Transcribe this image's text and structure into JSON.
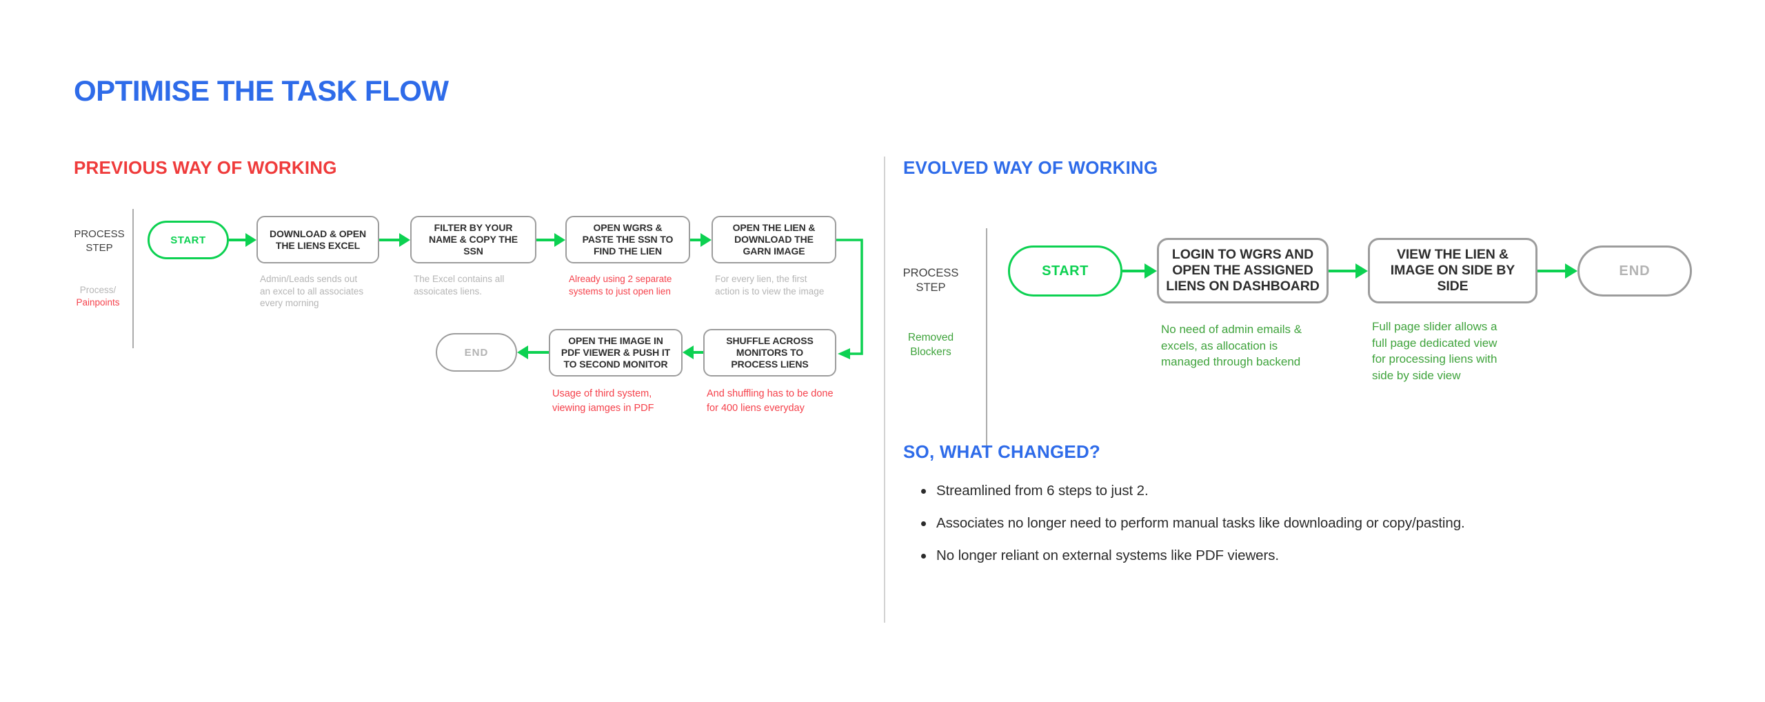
{
  "title": "OPTIMISE THE TASK FLOW",
  "colors": {
    "accent_blue": "#2e6be9",
    "heading_red": "#ef3b3b",
    "painpoint_red": "#f5414b",
    "flow_green": "#0cd151",
    "benefit_green": "#3fa33c",
    "box_border_gray": "#9c9c9c",
    "muted_gray": "#b5b5b5"
  },
  "previous": {
    "heading": "PREVIOUS WAY OF WORKING",
    "row_label": "PROCESS\nSTEP",
    "caption_label_line1": "Process/",
    "caption_label_line2": "Painpoints",
    "start": "START",
    "end": "END",
    "steps": [
      {
        "label": "DOWNLOAD & OPEN\nTHE LIENS EXCEL",
        "caption": "Admin/Leads sends out\nan excel to all associates\nevery morning",
        "caption_type": "process"
      },
      {
        "label": "FILTER BY YOUR\nNAME & COPY THE\nSSN",
        "caption": "The Excel contains all\nassoicates liens.",
        "caption_type": "process"
      },
      {
        "label": "OPEN WGRS &\nPASTE THE SSN TO\nFIND THE LIEN",
        "caption": "Already using 2 separate\nsystems to just open lien",
        "caption_type": "painpoint"
      },
      {
        "label": "OPEN THE LIEN &\nDOWNLOAD THE\nGARN IMAGE",
        "caption": "For every lien, the first\naction is to view the image",
        "caption_type": "process"
      },
      {
        "label": "SHUFFLE ACROSS\nMONITORS TO\nPROCESS LIENS",
        "caption": "And shuffling has to be done\nfor 400 liens everyday",
        "caption_type": "painpoint"
      },
      {
        "label": "OPEN THE IMAGE IN\nPDF VIEWER & PUSH IT\nTO SECOND MONITOR",
        "caption": "Usage of third system,\nviewing iamges in PDF",
        "caption_type": "painpoint"
      }
    ]
  },
  "evolved": {
    "heading": "EVOLVED WAY OF WORKING",
    "row_label": "PROCESS\nSTEP",
    "blocker_label": "Removed\nBlockers",
    "start": "START",
    "end": "END",
    "steps": [
      {
        "label": "LOGIN TO WGRS AND\nOPEN THE ASSIGNED\nLIENS ON DASHBOARD",
        "caption": "No need of admin emails &\nexcels, as allocation is\nmanaged through backend"
      },
      {
        "label": "VIEW THE LIEN &\nIMAGE ON SIDE BY\nSIDE",
        "caption": "Full page slider allows a\nfull page dedicated view\nfor processing liens with\nside by side view"
      }
    ]
  },
  "changes": {
    "heading": "SO, WHAT CHANGED?",
    "bullets": [
      "Streamlined from 6 steps to just 2.",
      "Associates no longer need to perform manual tasks like downloading or copy/pasting.",
      "No longer reliant on external systems like PDF viewers."
    ]
  }
}
